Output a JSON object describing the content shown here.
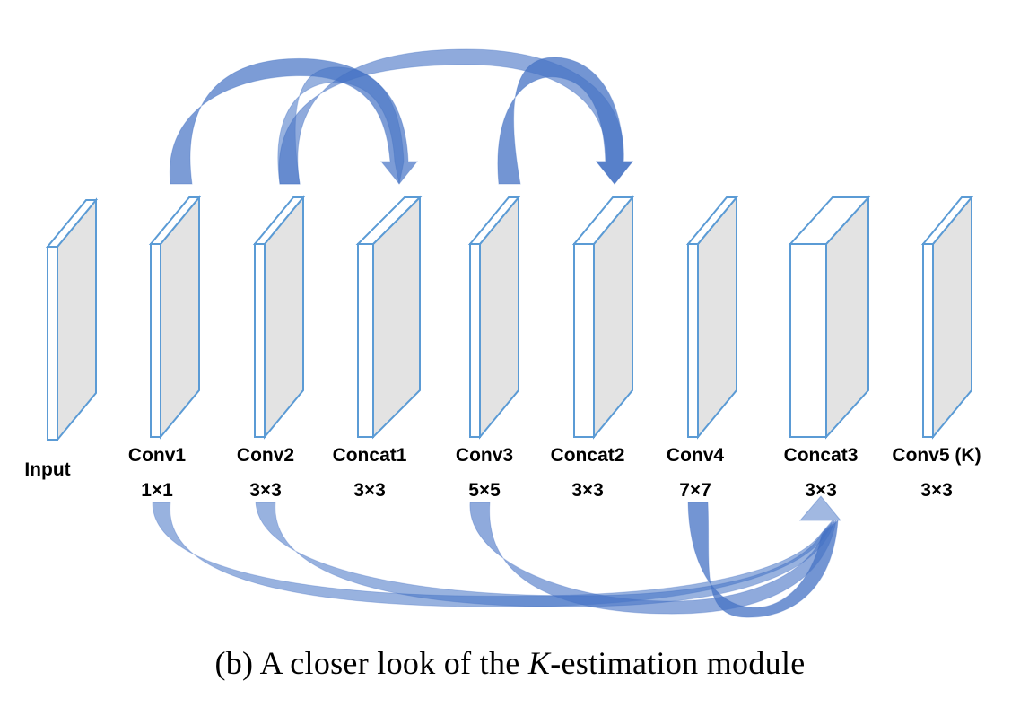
{
  "colors": {
    "layer_stroke": "#5b9bd5",
    "layer_front_fill": "#ffffff",
    "layer_side_fill": "#e3e3e3",
    "arrow_fill": "#4472c4",
    "text": "#000000"
  },
  "layers": [
    {
      "id": "input",
      "name": "Input",
      "kernel": ""
    },
    {
      "id": "conv1",
      "name": "Conv1",
      "kernel": "1×1"
    },
    {
      "id": "conv2",
      "name": "Conv2",
      "kernel": "3×3"
    },
    {
      "id": "concat1",
      "name": "Concat1",
      "kernel": "3×3"
    },
    {
      "id": "conv3",
      "name": "Conv3",
      "kernel": "5×5"
    },
    {
      "id": "concat2",
      "name": "Concat2",
      "kernel": "3×3"
    },
    {
      "id": "conv4",
      "name": "Conv4",
      "kernel": "7×7"
    },
    {
      "id": "concat3",
      "name": "Concat3",
      "kernel": "3×3"
    },
    {
      "id": "conv5",
      "name": "Conv5 (K)",
      "kernel": "3×3"
    }
  ],
  "connections": {
    "top": [
      {
        "from": "conv1",
        "to": "concat1"
      },
      {
        "from": "conv2",
        "to": "concat1"
      },
      {
        "from": "conv2",
        "to": "concat2"
      },
      {
        "from": "conv3",
        "to": "concat2"
      }
    ],
    "bottom": [
      {
        "from": "conv1",
        "to": "concat3"
      },
      {
        "from": "conv2",
        "to": "concat3"
      },
      {
        "from": "conv3",
        "to": "concat3"
      },
      {
        "from": "conv4",
        "to": "concat3"
      }
    ]
  },
  "caption": {
    "prefix": "(b) A closer look of the ",
    "symbol": "K",
    "suffix": "-estimation module"
  }
}
